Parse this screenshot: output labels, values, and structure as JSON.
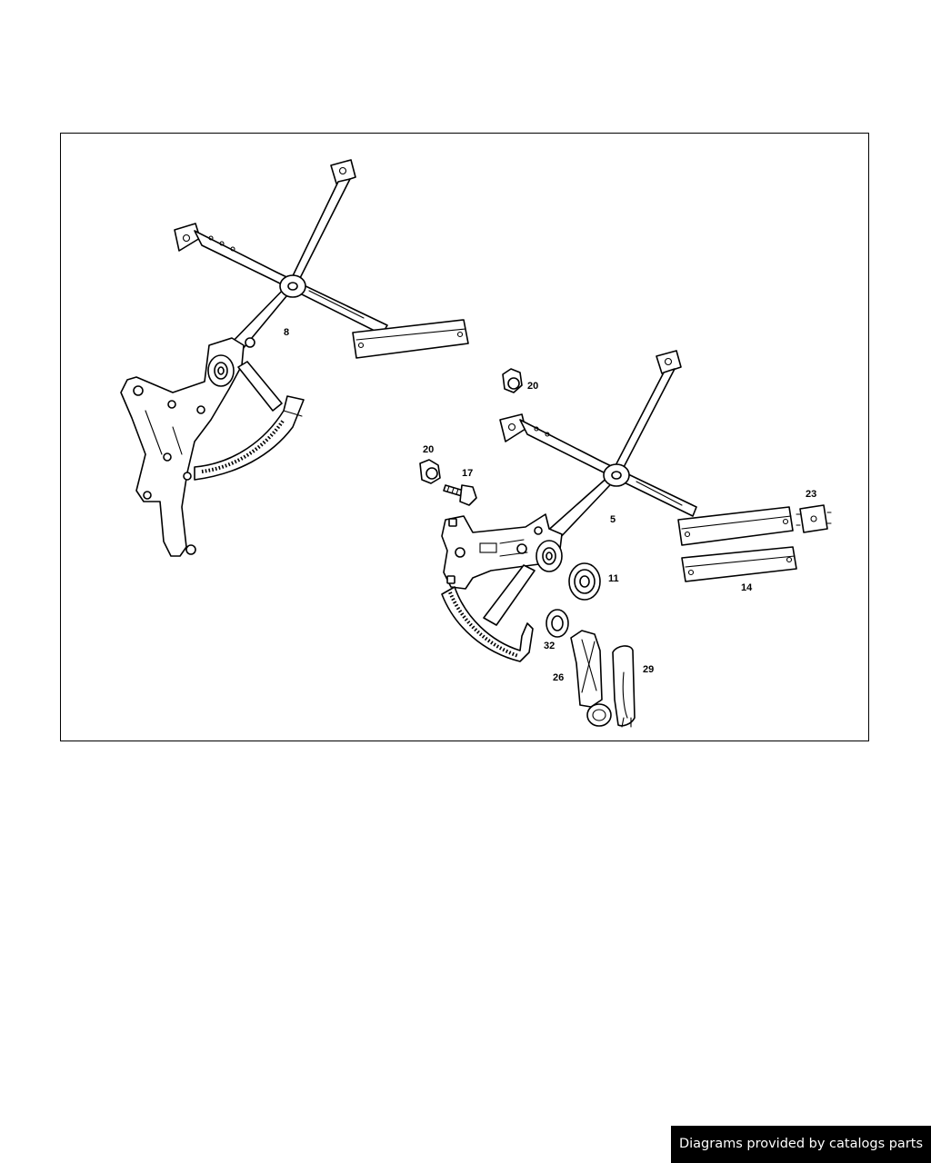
{
  "diagram": {
    "callouts": {
      "c8": "8",
      "c20a": "20",
      "c20b": "20",
      "c17": "17",
      "c5": "5",
      "c23": "23",
      "c11": "11",
      "c14": "14",
      "c32": "32",
      "c26": "26",
      "c29": "29"
    }
  },
  "footer": {
    "credit": "Diagrams provided by catalogs parts"
  }
}
